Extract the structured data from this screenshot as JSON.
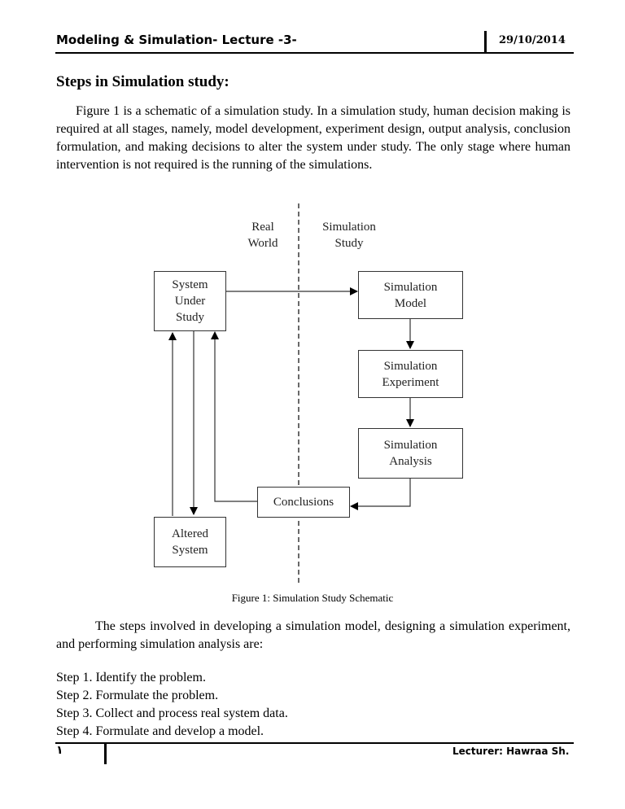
{
  "header": {
    "title": "Modeling & Simulation- Lecture -3-",
    "date": "29/10/2014"
  },
  "section_title": "Steps in Simulation study:",
  "intro_paragraph": "Figure 1 is a schematic of a simulation study. In a simulation study, human decision making is required at all stages, namely, model development, experiment design, output analysis, conclusion formulation, and making decisions to alter the system under study. The only stage where human intervention is not required is the running of the simulations.",
  "diagram": {
    "real_world_label": "Real\nWorld",
    "simulation_study_label": "Simulation\nStudy",
    "nodes": {
      "system_under_study": "System\nUnder\nStudy",
      "simulation_model": "Simulation\nModel",
      "simulation_experiment": "Simulation\nExperiment",
      "simulation_analysis": "Simulation\nAnalysis",
      "conclusions": "Conclusions",
      "altered_system": "Altered\nSystem"
    }
  },
  "figure_caption": "Figure 1: Simulation Study Schematic",
  "steps_intro": "The steps involved in developing a simulation model, designing a simulation experiment, and performing simulation analysis are:",
  "steps": [
    "Step 1. Identify the problem.",
    "Step 2. Formulate the problem.",
    "Step 3. Collect and process real system data.",
    "Step 4. Formulate and develop a model."
  ],
  "footer": {
    "page_number": "١",
    "lecturer": "Lecturer: Hawraa Sh."
  }
}
